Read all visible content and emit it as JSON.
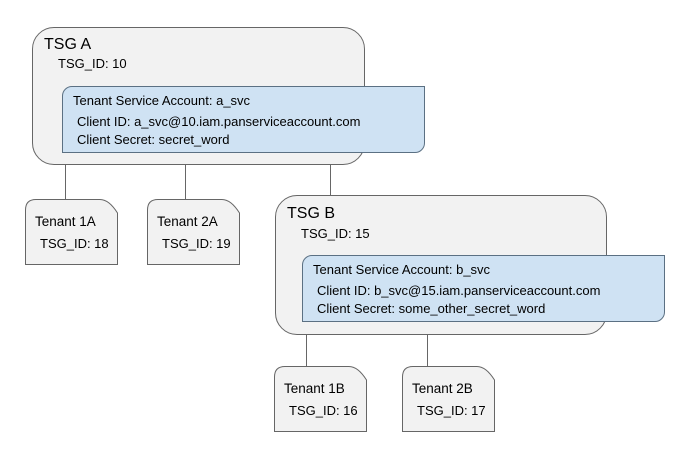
{
  "colors": {
    "background": "#ffffff",
    "group_fill": "#f2f2f2",
    "group_stroke": "#666666",
    "account_fill": "#cfe2f3",
    "account_stroke": "#5b7083",
    "connector": "#666666",
    "text": "#000000"
  },
  "groups": [
    {
      "name": "TSG A",
      "tsg_id": "TSG_ID: 10",
      "account": {
        "title": "Tenant Service Account: a_svc",
        "client_id": "Client ID: a_svc@10.iam.panserviceaccount.com",
        "client_secret": "Client Secret: secret_word"
      }
    },
    {
      "name": "TSG B",
      "tsg_id": "TSG_ID: 15",
      "account": {
        "title": "Tenant Service Account: b_svc",
        "client_id": "Client ID: b_svc@15.iam.panserviceaccount.com",
        "client_secret": "Client Secret: some_other_secret_word"
      }
    }
  ],
  "tenants": [
    {
      "name": "Tenant 1A",
      "tsg_id": "TSG_ID: 18"
    },
    {
      "name": "Tenant 2A",
      "tsg_id": "TSG_ID: 19"
    },
    {
      "name": "Tenant 1B",
      "tsg_id": "TSG_ID: 16"
    },
    {
      "name": "Tenant 2B",
      "tsg_id": "TSG_ID: 17"
    }
  ]
}
